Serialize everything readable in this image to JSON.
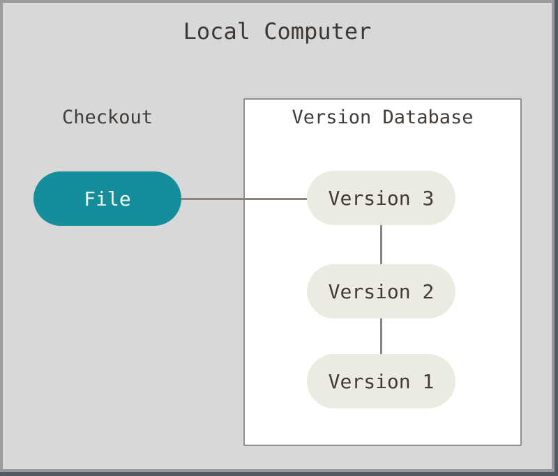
{
  "figure": {
    "title": "Local Computer",
    "checkout": {
      "label": "Checkout"
    },
    "file_node": {
      "label": "File"
    },
    "version_database": {
      "title": "Version Database",
      "versions": [
        {
          "label": "Version 3"
        },
        {
          "label": "Version 2"
        },
        {
          "label": "Version 1"
        }
      ]
    },
    "colors": {
      "figure_background": "#d8d8d8",
      "figure_border": "#9a9a9a",
      "page_edge": "#4e5b63",
      "file_node_fill": "#148e9a",
      "file_node_text": "#f2f2ef",
      "version_node_fill": "#ecebe2",
      "version_node_text": "#403a35",
      "heading_text": "#3e3834",
      "connector_line": "#8a857f",
      "database_box_fill": "#ffffff",
      "database_box_border": "#8f8f8f"
    }
  }
}
